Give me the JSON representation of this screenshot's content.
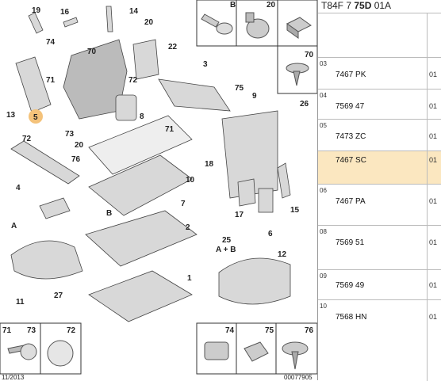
{
  "diagram": {
    "callouts": [
      "19",
      "16",
      "14",
      "20",
      "74",
      "22",
      "70",
      "71",
      "72",
      "3",
      "13",
      "5",
      "73",
      "75",
      "9",
      "8",
      "26",
      "72",
      "20",
      "71",
      "76",
      "18",
      "4",
      "10",
      "7",
      "A",
      "B",
      "17",
      "15",
      "2",
      "6",
      "25",
      "A + B",
      "12",
      "1",
      "11",
      "27"
    ],
    "inset_top": [
      "B",
      "20",
      "70"
    ],
    "inset_bottom_left": [
      "71",
      "73",
      "72"
    ],
    "inset_bottom_right": [
      "74",
      "75",
      "76"
    ],
    "date": "11/2013",
    "ref": "00077905"
  },
  "parts": {
    "title_prefix": "T84F 7 ",
    "title_bold": "75D",
    "title_suffix": " 01A",
    "rows": [
      {
        "idx": "",
        "pn": "",
        "qty": ""
      },
      {
        "idx": "03",
        "pn": "7467 PK",
        "qty": "01"
      },
      {
        "idx": "04",
        "pn": "7569 47",
        "qty": "01"
      },
      {
        "idx": "05",
        "pn": "7473 ZC",
        "qty": "01"
      },
      {
        "idx": "",
        "pn": "7467 SC",
        "qty": "01"
      },
      {
        "idx": "06",
        "pn": "7467 PA",
        "qty": "01"
      },
      {
        "idx": "08",
        "pn": "7569 51",
        "qty": "01"
      },
      {
        "idx": "09",
        "pn": "7569 49",
        "qty": "01"
      },
      {
        "idx": "10",
        "pn": "7568 HN",
        "qty": "01"
      }
    ]
  }
}
